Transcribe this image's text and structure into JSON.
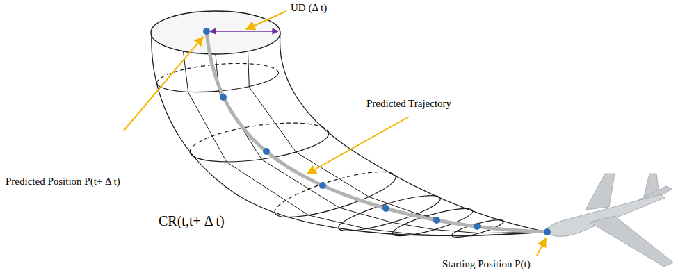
{
  "diagram": {
    "labels": [
      "UD (Δ t)",
      "Predicted Trajectory",
      "Predicted Position P(t+ Δ t)",
      "CR(t,t+ Δ t)",
      "Starting Position P(t)"
    ]
  }
}
